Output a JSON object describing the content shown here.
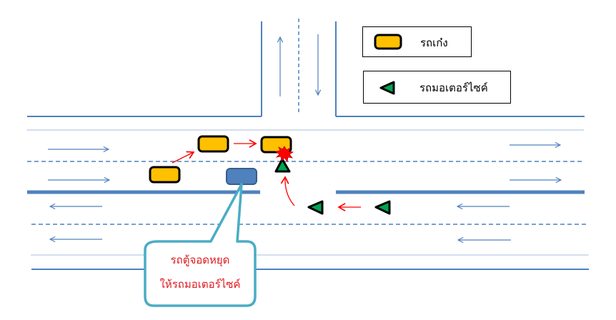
{
  "colors": {
    "road_line": "#4f81bd",
    "car": "#ffc000",
    "motorcycle": "#00a651",
    "stopped_car": "#4f81bd",
    "movement_arrow": "#ff0000",
    "collision": "#ff0000",
    "callout_border": "#4bacc6",
    "callout_text": "#e0191e"
  },
  "legend": {
    "items": [
      {
        "icon": "car-icon",
        "label": "รถเก๋ง"
      },
      {
        "icon": "motorcycle-icon",
        "label": "รถมอเตอร์ไซค์"
      }
    ]
  },
  "callout": {
    "line1": "รถตู้จอดหยุด",
    "line2": "ให้รถมอเตอร์ไซค์"
  },
  "scene": {
    "cars": 3,
    "stopped_vans": 1,
    "motorcycles": 3,
    "collision_marker": "explosion-icon"
  }
}
